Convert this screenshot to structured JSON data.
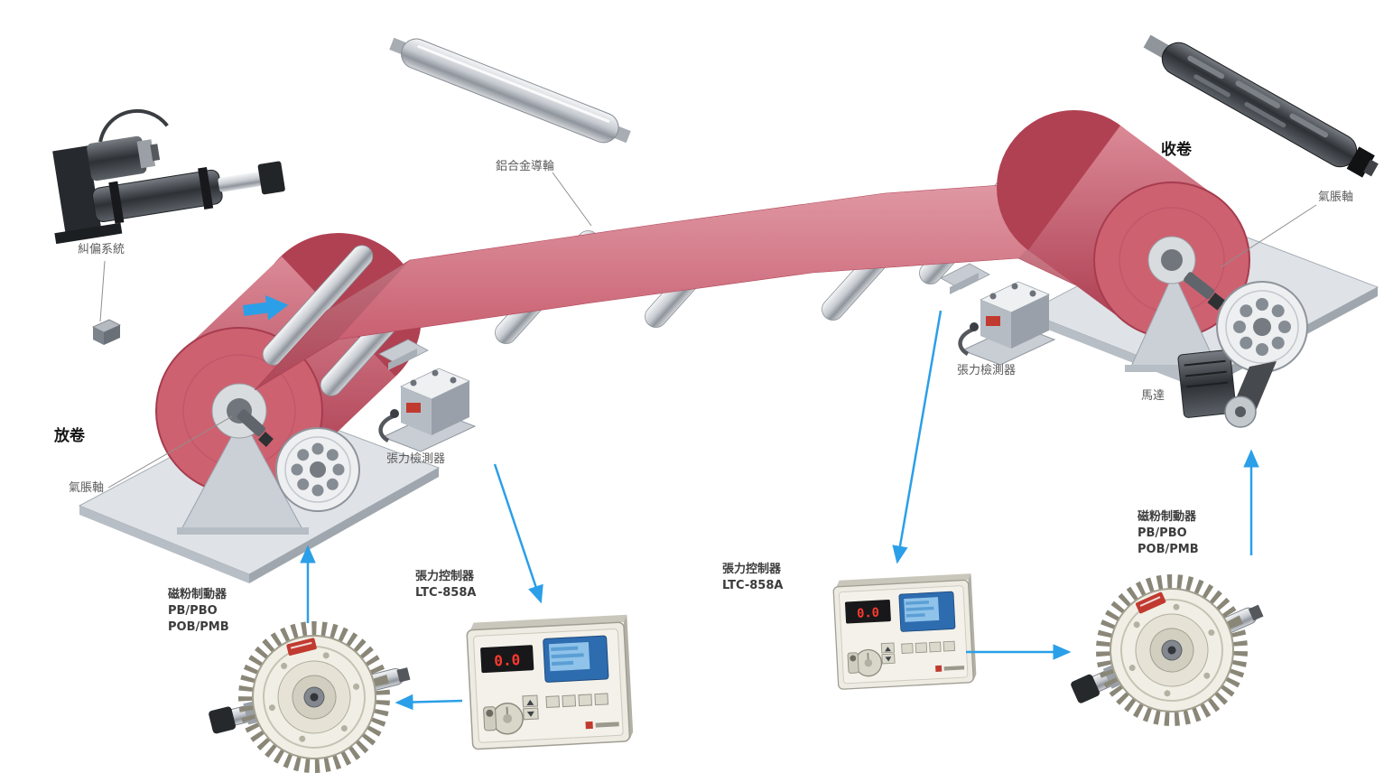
{
  "colors": {
    "web_red": "#cf5d6f",
    "arrow_blue": "#2b9fe8",
    "platform_grey": "#dfe3e8",
    "panel_beige": "#edebe2"
  },
  "stations": {
    "unwind": {
      "label": "放卷"
    },
    "rewind": {
      "label": "收卷"
    }
  },
  "components": {
    "web_guide_system": {
      "label": "糾偏系統"
    },
    "air_shaft_unwind": {
      "label": "氣脹軸"
    },
    "air_shaft_rewind": {
      "label": "氣脹軸"
    },
    "aluminum_guide_roller": {
      "label": "鋁合金導輪"
    },
    "tension_detector_unwind": {
      "label": "張力檢測器"
    },
    "tension_detector_rewind": {
      "label": "張力檢測器"
    },
    "motor": {
      "label": "馬達"
    },
    "controller_unwind": {
      "title": "張力控制器",
      "model": "LTC-858A",
      "display": "0.0"
    },
    "controller_rewind": {
      "title": "張力控制器",
      "model": "LTC-858A",
      "display": "0.0"
    },
    "brake_unwind": {
      "title": "磁粉制動器",
      "models_line1": "PB/PBO",
      "models_line2": "POB/PMB"
    },
    "brake_rewind": {
      "title": "磁粉制動器",
      "models_line1": "PB/PBO",
      "models_line2": "POB/PMB"
    }
  }
}
